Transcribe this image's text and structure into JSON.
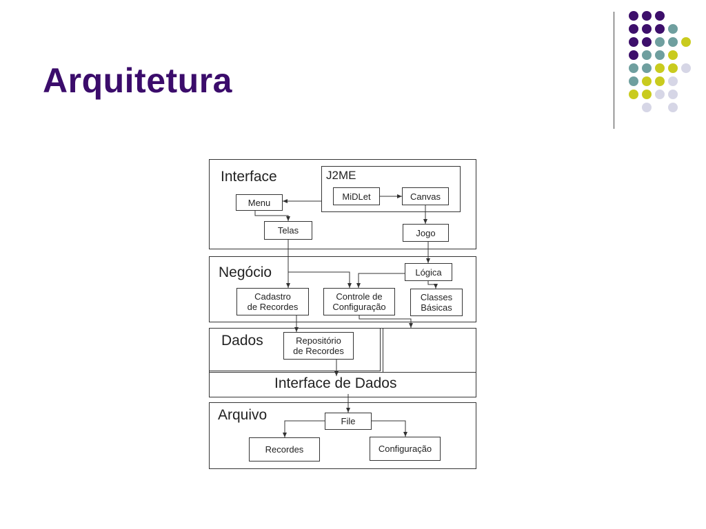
{
  "slide": {
    "title": "Arquitetura"
  },
  "decoration": {
    "colors": {
      "purple": "#3d0f6b",
      "teal": "#6f9f9f",
      "yellow": "#c9cb1e",
      "lavender": "#d6d6e6"
    }
  },
  "diagram": {
    "sections": {
      "interface": "Interface",
      "j2me": "J2ME",
      "negocio": "Negócio",
      "dados": "Dados",
      "interface_dados": "Interface de Dados",
      "arquivo": "Arquivo"
    },
    "nodes": {
      "menu": "Menu",
      "midlet": "MiDLet",
      "canvas": "Canvas",
      "telas": "Telas",
      "jogo": "Jogo",
      "logica": "Lógica",
      "cadastro": "Cadastro\nde Recordes",
      "controle": "Controle de\nConfiguração",
      "classes": "Classes\nBásicas",
      "repositorio": "Repositório\nde Recordes",
      "file": "File",
      "recordes": "Recordes",
      "configuracao": "Configuração"
    }
  }
}
